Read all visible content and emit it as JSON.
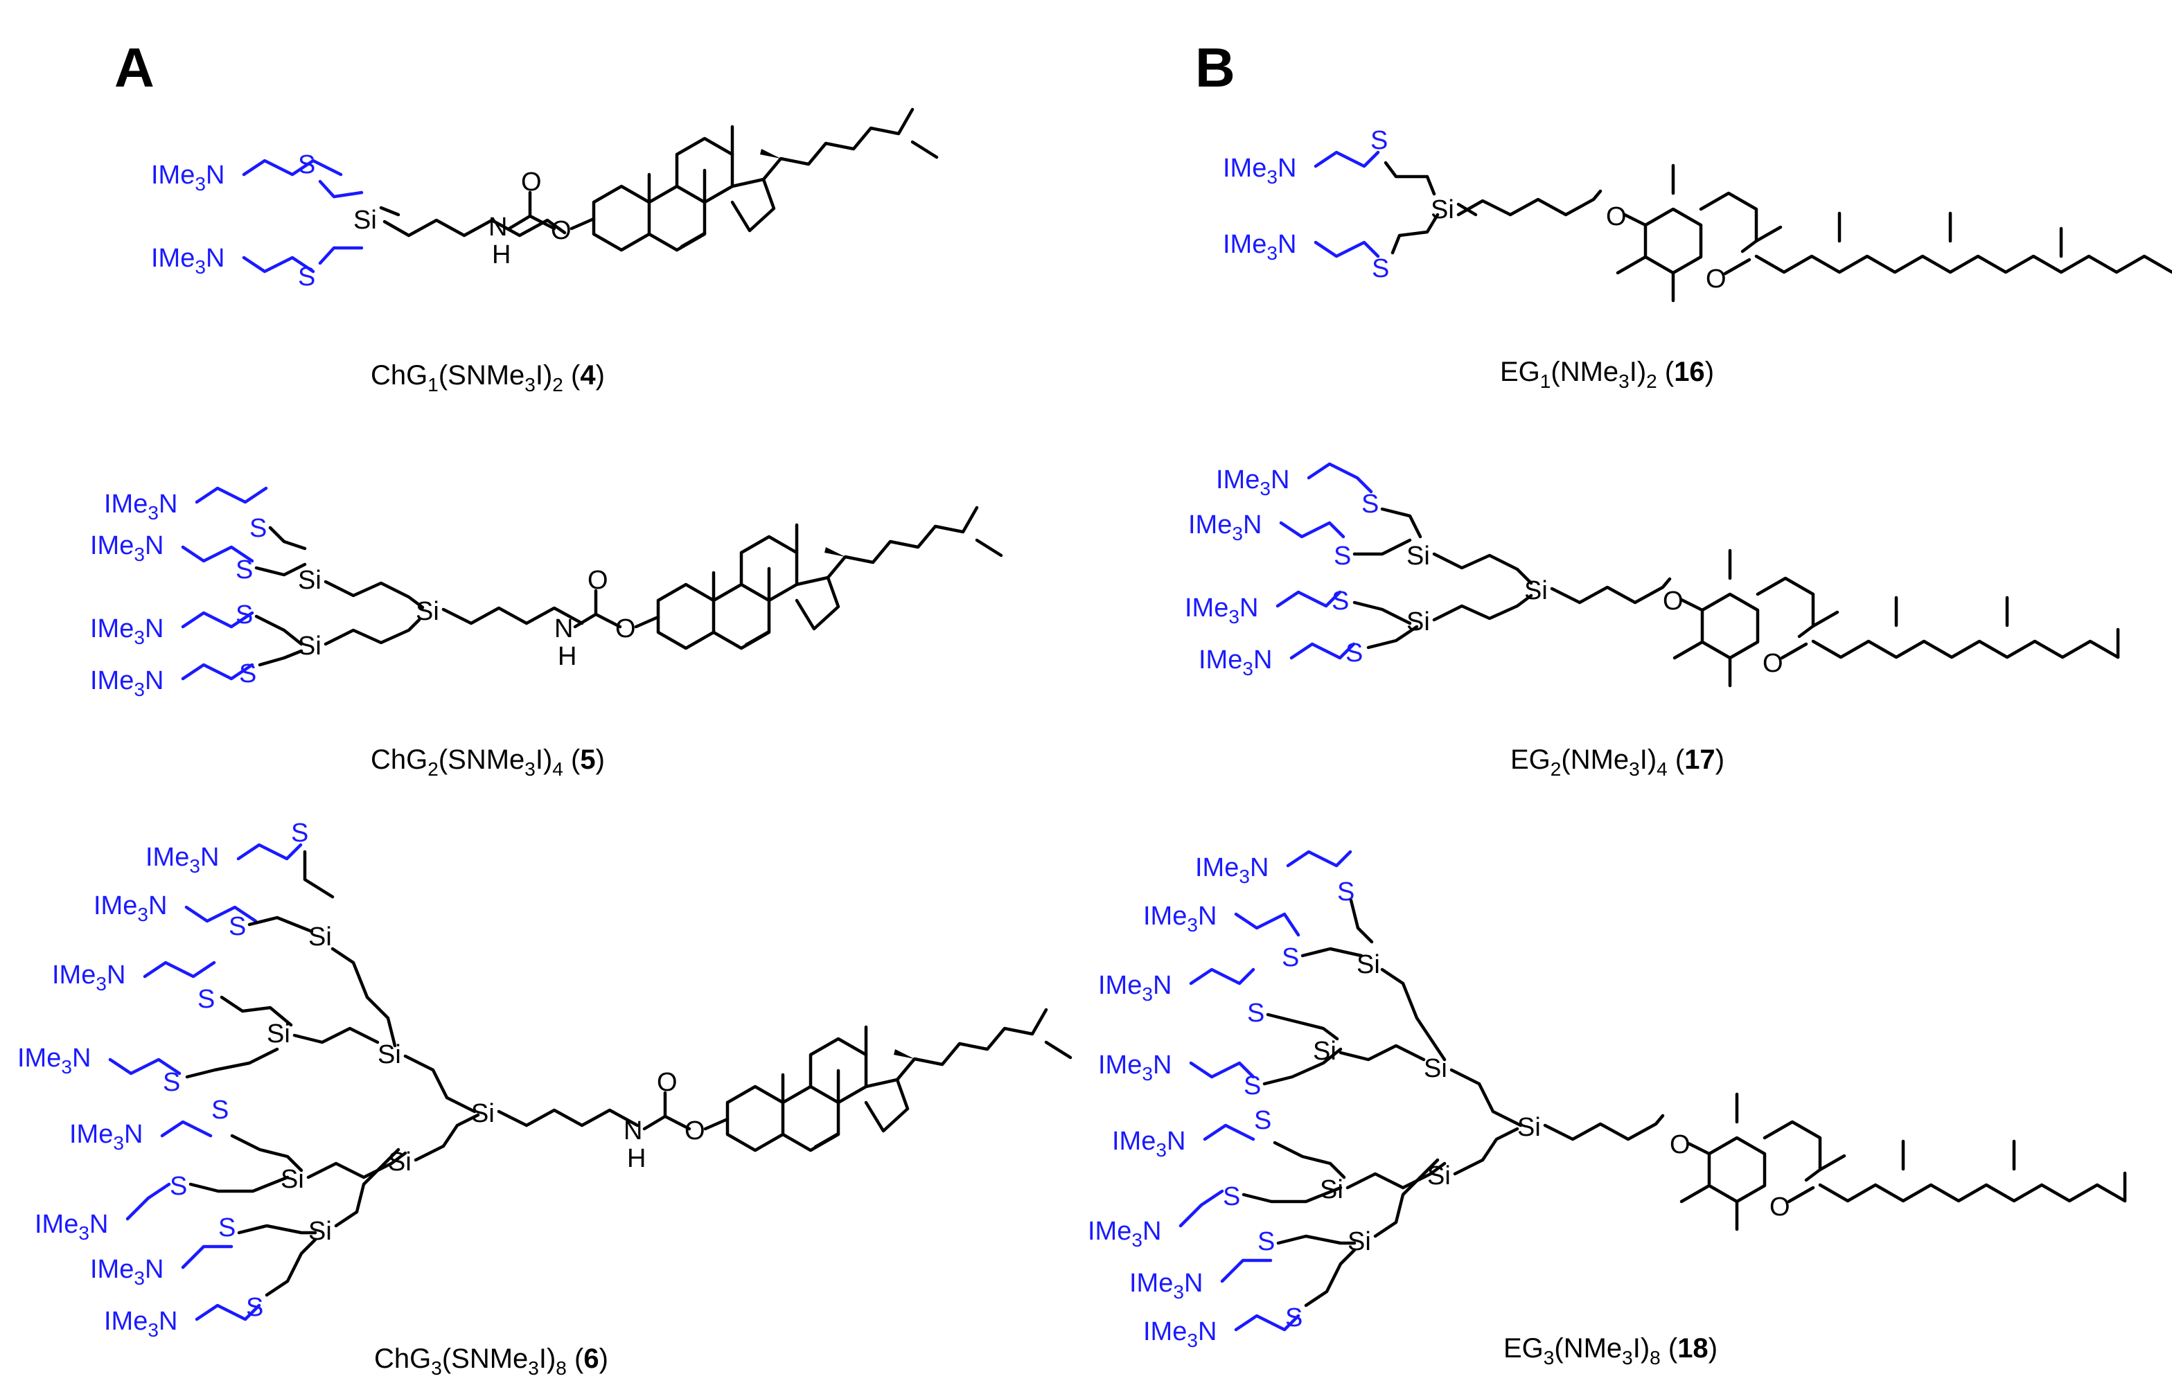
{
  "panels": [
    {
      "label": "A"
    },
    {
      "label": "B"
    }
  ],
  "compounds": [
    {
      "name_main": "ChG",
      "gen": "1",
      "group": "(SNMe",
      "sub3": "3",
      "tail": "I)",
      "count": "2",
      "open": " (",
      "number": "4",
      "close": ")"
    },
    {
      "name_main": "ChG",
      "gen": "2",
      "group": "(SNMe",
      "sub3": "3",
      "tail": "I)",
      "count": "4",
      "open": " (",
      "number": "5",
      "close": ")"
    },
    {
      "name_main": "ChG",
      "gen": "3",
      "group": "(SNMe",
      "sub3": "3",
      "tail": "I)",
      "count": "8",
      "open": " (",
      "number": "6",
      "close": ")"
    },
    {
      "name_main": "EG",
      "gen": "1",
      "group": "(NMe",
      "sub3": "3",
      "tail": "I)",
      "count": "2",
      "open": " (",
      "number": "16",
      "close": ")"
    },
    {
      "name_main": "EG",
      "gen": "2",
      "group": "(NMe",
      "sub3": "3",
      "tail": "I)",
      "count": "4",
      "open": " (",
      "number": "17",
      "close": ")"
    },
    {
      "name_main": "EG",
      "gen": "3",
      "group": "(NMe",
      "sub3": "3",
      "tail": "I)",
      "count": "8",
      "open": " (",
      "number": "18",
      "close": ")"
    }
  ],
  "atoms": {
    "ime3n_prefix": "IMe",
    "ime3n_sub": "3",
    "ime3n_suffix": "N",
    "sulfur": "S",
    "silicon": "Si",
    "nitrogen_h": "N",
    "hydrogen": "H",
    "oxygen": "O"
  },
  "colors": {
    "dendron": "#1a1aff",
    "core": "#000000"
  }
}
